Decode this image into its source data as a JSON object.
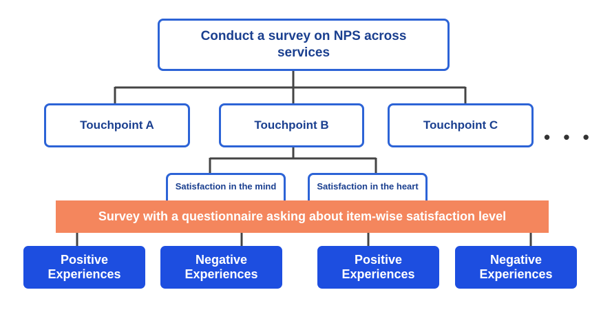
{
  "root": {
    "label": "Conduct a survey on NPS across services"
  },
  "touchpoints": [
    {
      "label": "Touchpoint A"
    },
    {
      "label": "Touchpoint B"
    },
    {
      "label": "Touchpoint C"
    }
  ],
  "more": "• • •",
  "satisfaction": [
    {
      "label": "Satisfaction in the mind"
    },
    {
      "label": "Satisfaction in the heart"
    }
  ],
  "banner": {
    "label": "Survey with a questionnaire asking about item-wise satisfaction level"
  },
  "experiences": [
    {
      "label": "Positive Experiences"
    },
    {
      "label": "Negative Experiences"
    },
    {
      "label": "Positive Experiences"
    },
    {
      "label": "Negative Experiences"
    }
  ],
  "colors": {
    "outline_border": "#2c63d6",
    "outline_text": "#1a3f8f",
    "banner_fill": "#f4865d",
    "leaf_fill": "#1d4ee0",
    "connector": "#444444"
  }
}
